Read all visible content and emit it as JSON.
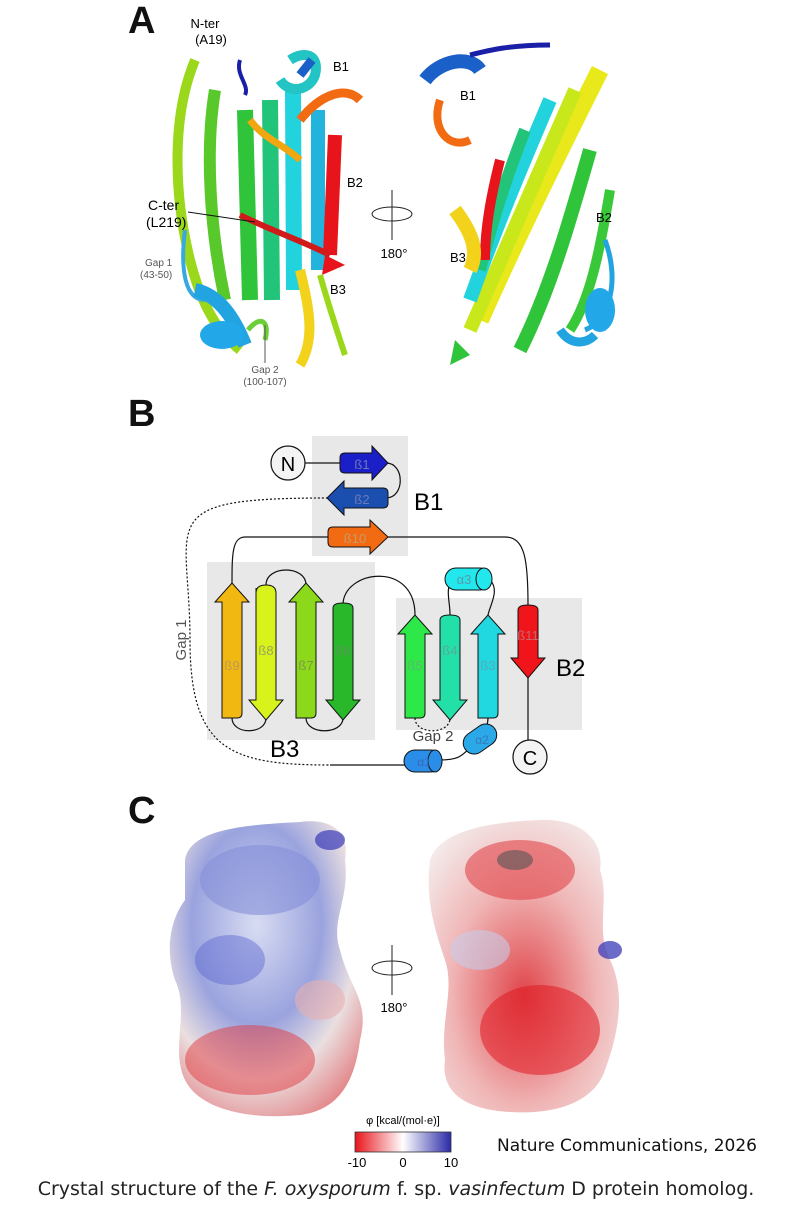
{
  "panels": {
    "a": {
      "letter": "A",
      "n_ter": "N-ter",
      "n_ter_res": "(A19)",
      "c_ter": "C-ter",
      "c_ter_res": "(L219)",
      "gap1": "Gap 1",
      "gap1_range": "(43-50)",
      "gap2": "Gap 2",
      "gap2_range": "(100-107)",
      "b1": "B1",
      "b2": "B2",
      "b3": "B3",
      "rotation": "180°"
    },
    "b": {
      "letter": "B",
      "n": "N",
      "c": "C",
      "b1": "B1",
      "b2": "B2",
      "b3": "B3",
      "gap1": "Gap 1",
      "gap2": "Gap 2",
      "strands": {
        "s1": "ß1",
        "s2": "ß2",
        "s3": "ß3",
        "s4": "ß4",
        "s5": "ß5",
        "s6": "ß6",
        "s7": "ß7",
        "s8": "ß8",
        "s9": "ß9",
        "s10": "ß10",
        "s11": "ß11"
      },
      "helices": {
        "a1": "α1",
        "a2": "α2",
        "a3": "α3"
      }
    },
    "c": {
      "letter": "C",
      "rotation": "180°",
      "scale_title": "φ [kcal/(mol·e)]",
      "scale_min": "-10",
      "scale_mid": "0",
      "scale_max": "10"
    }
  },
  "colors": {
    "blue_dark": "#1a1fa8",
    "red": "#e8141b",
    "orange": "#f26b12",
    "green": "#2fc43a",
    "cyan": "#22d3dd",
    "box_gray": "#e8e8e8"
  },
  "credit": "Nature Communications, 2026",
  "caption": {
    "part1": "Crystal structure of the ",
    "part2": "F. oxysporum",
    "part3": " f. sp. ",
    "part4": "vasinfectum",
    "part5": " D protein homolog."
  }
}
